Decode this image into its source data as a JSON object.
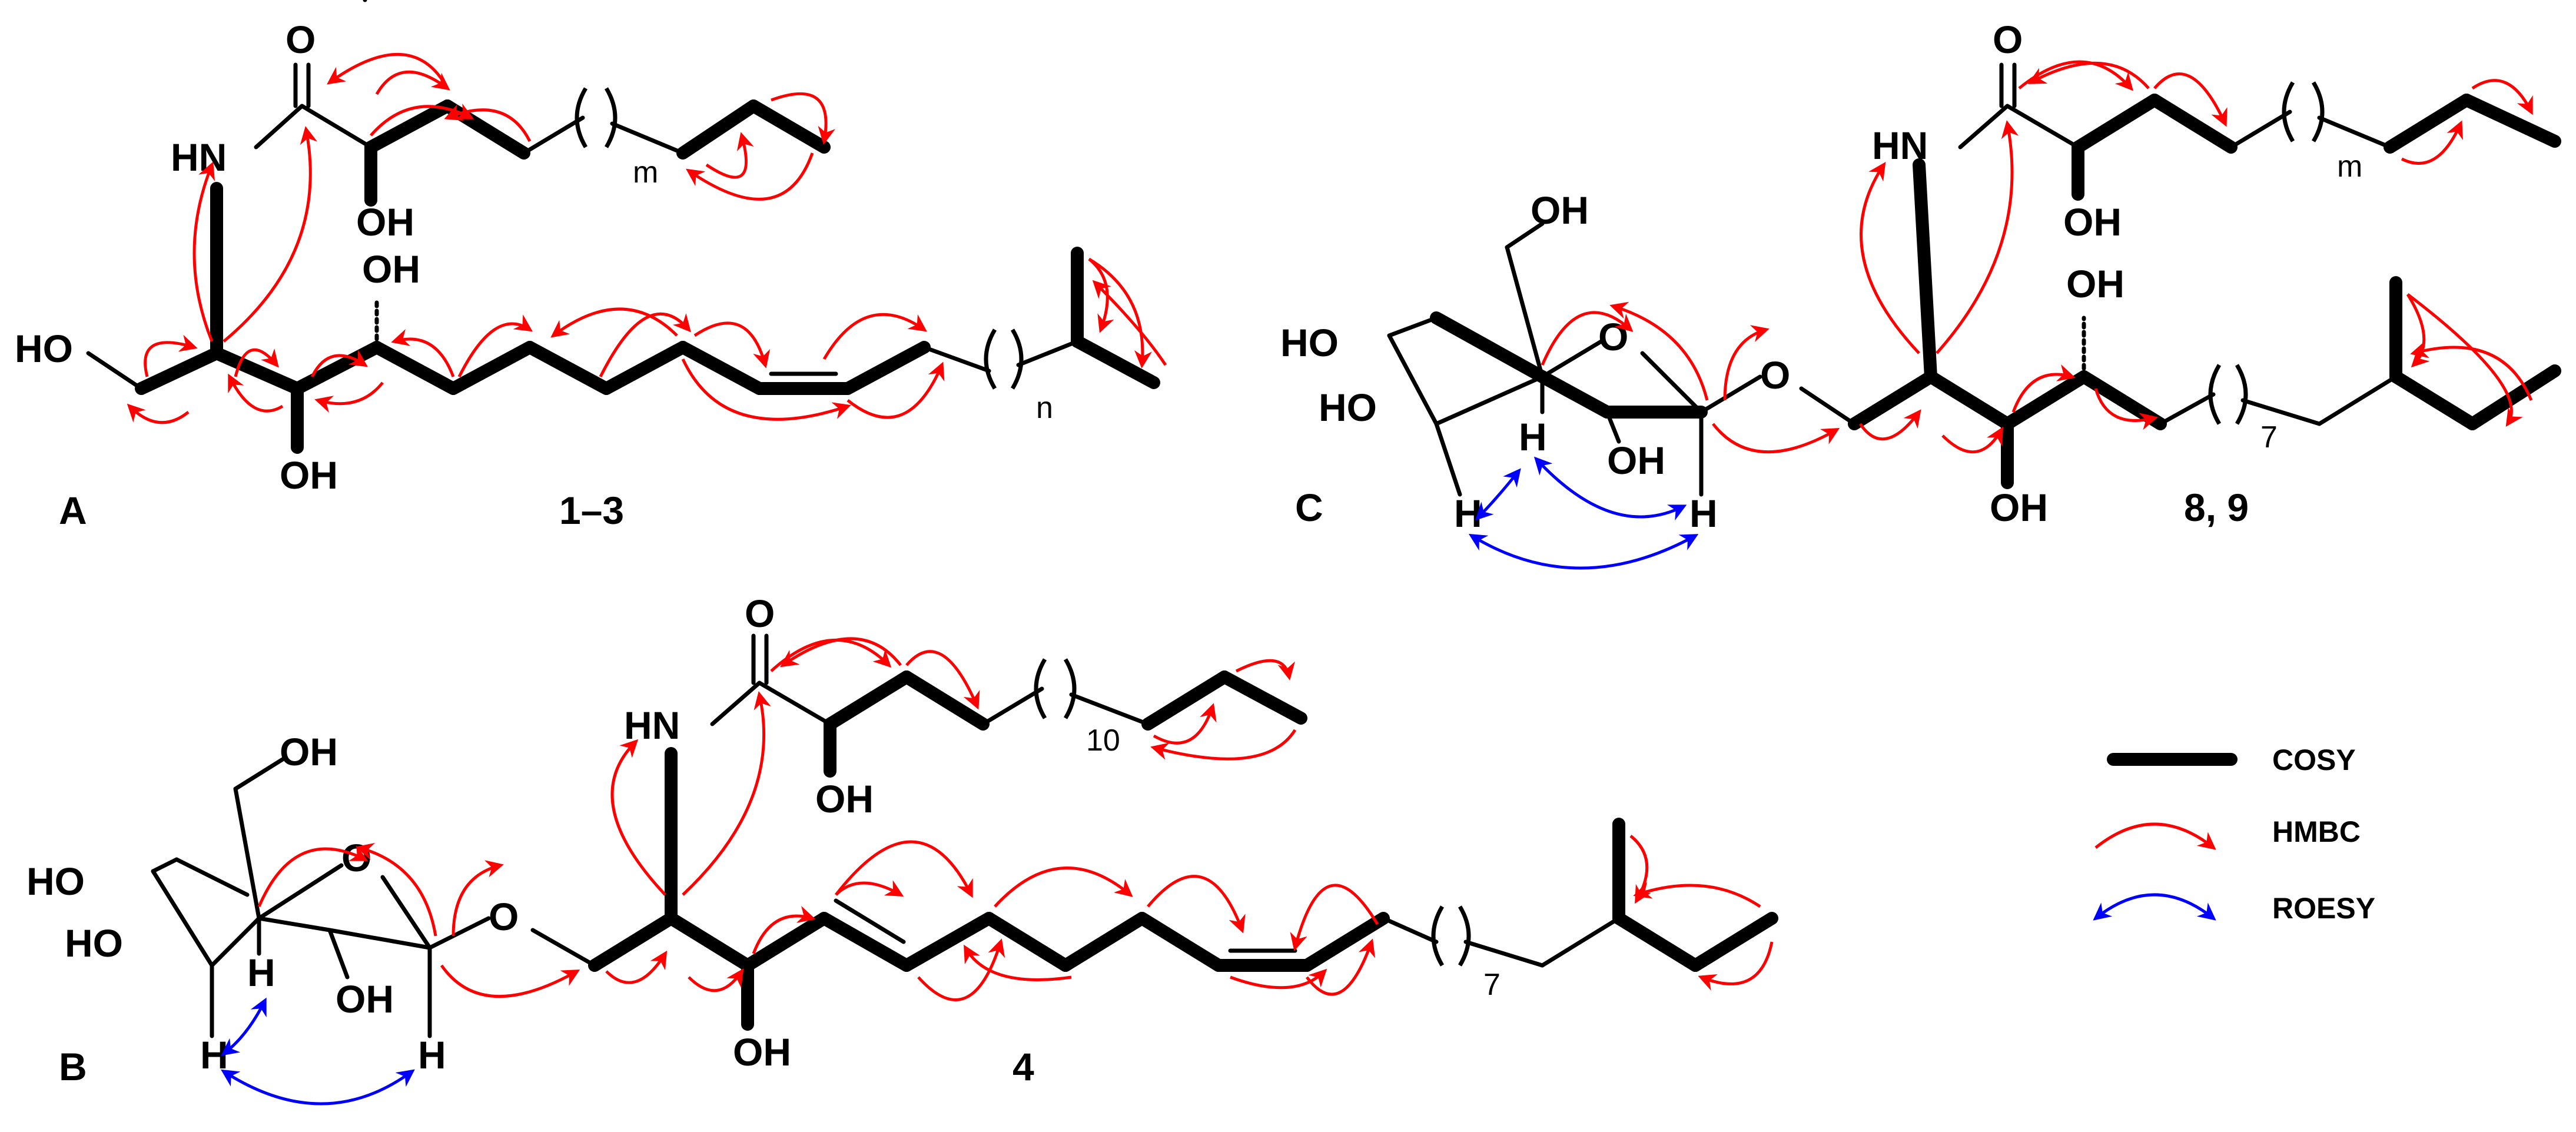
{
  "panels": {
    "A": {
      "label": "A",
      "compounds": "1–3",
      "m": "m",
      "n": "n"
    },
    "B": {
      "label": "B",
      "compounds": "4",
      "chain1": "10",
      "chain2": "7"
    },
    "C": {
      "label": "C",
      "compounds": "8, 9",
      "m": "m",
      "chain": "7"
    }
  },
  "atoms": {
    "oxygen": "O",
    "hydroxyl": "OH",
    "hydroxyl_left": "HO",
    "amide": "HN",
    "hydrogen": "H"
  },
  "legend": [
    {
      "key": "cosy",
      "label": "COSY"
    },
    {
      "key": "hmbc",
      "label": "HMBC"
    },
    {
      "key": "roesy",
      "label": "ROESY"
    }
  ],
  "colors": {
    "cosy": "#000000",
    "hmbc": "#ff0000",
    "roesy": "#0000ff"
  }
}
